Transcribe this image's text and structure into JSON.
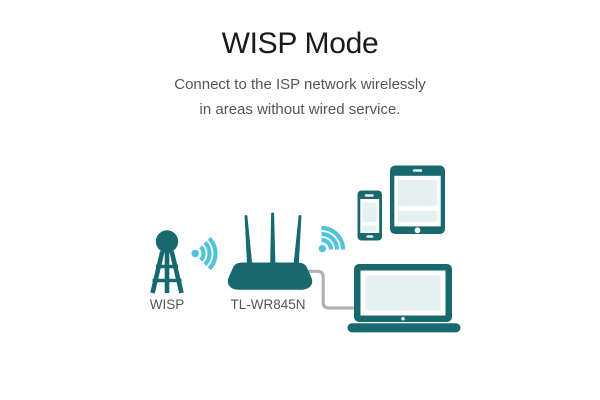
{
  "window": {
    "background": "#ffffff"
  },
  "header": {
    "title": "WISP Mode",
    "subtitle_lines": [
      "Connect to the ISP network wirelessly",
      "in areas without wired service."
    ]
  },
  "diagram": {
    "labels": {
      "tower": "WISP",
      "router": "TL-WR845N"
    },
    "icons": {
      "tower": "wisp-tower-icon",
      "wifi_left": "wifi-signal-icon",
      "router": "router-icon",
      "wifi_right": "wifi-signal-icon",
      "phone": "smartphone-icon",
      "tablet": "tablet-icon",
      "laptop": "laptop-icon",
      "cable": "ethernet-cable-line"
    },
    "colors": {
      "device_teal": "#17696e",
      "wifi_cyan": "#4fc4d9",
      "screen_light": "#e4f1f0",
      "cable_gray": "#b3b3b3",
      "title_text": "#1a1a1a",
      "subtitle_text": "#555555",
      "label_text": "#565656",
      "page_bg": "#ffffff"
    }
  }
}
